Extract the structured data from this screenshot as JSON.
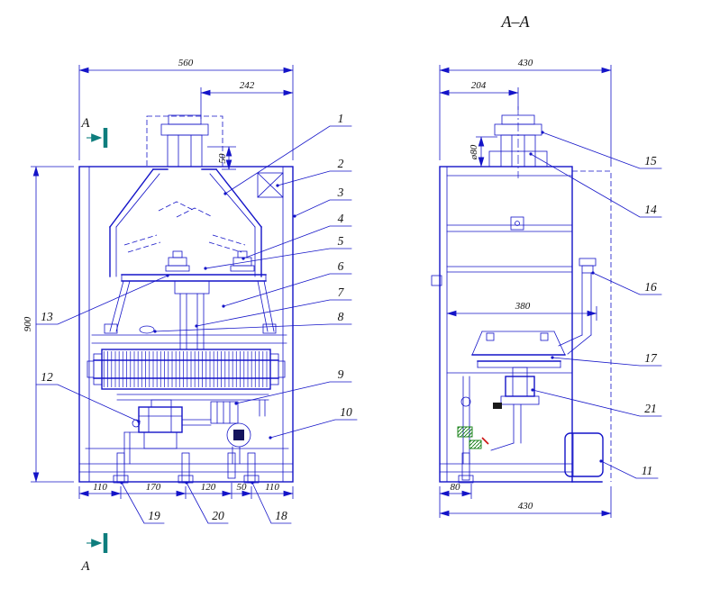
{
  "drawing": {
    "section_mark_label": "A"
  },
  "colors": {
    "line_blue": "#1414c8",
    "text_dark": "#111111",
    "mark_teal": "#0e7d7d",
    "detail_green": "#0a7a0a",
    "detail_red": "#cc1111"
  },
  "front_view": {
    "dim_overall_width": "560",
    "dim_top_offset": "242",
    "dim_height": "900",
    "dim_flue_height": "50",
    "dims_bottom": [
      "110",
      "170",
      "120",
      "50",
      "110"
    ],
    "callouts_right": [
      "1",
      "2",
      "3",
      "4",
      "5",
      "6",
      "7",
      "8",
      "9",
      "10"
    ],
    "callouts_left": [
      "13",
      "12"
    ],
    "callouts_bottom": [
      "19",
      "20",
      "18"
    ]
  },
  "section_view": {
    "title": "A–A",
    "dim_overall_width_top": "430",
    "dim_flue_offset": "204",
    "dim_flue_diameter": "ø80",
    "dim_depth_inner": "380",
    "dim_bottom_offset": "80",
    "dim_overall_width_bottom": "430",
    "callouts": [
      "15",
      "14",
      "16",
      "17",
      "21",
      "11"
    ]
  }
}
